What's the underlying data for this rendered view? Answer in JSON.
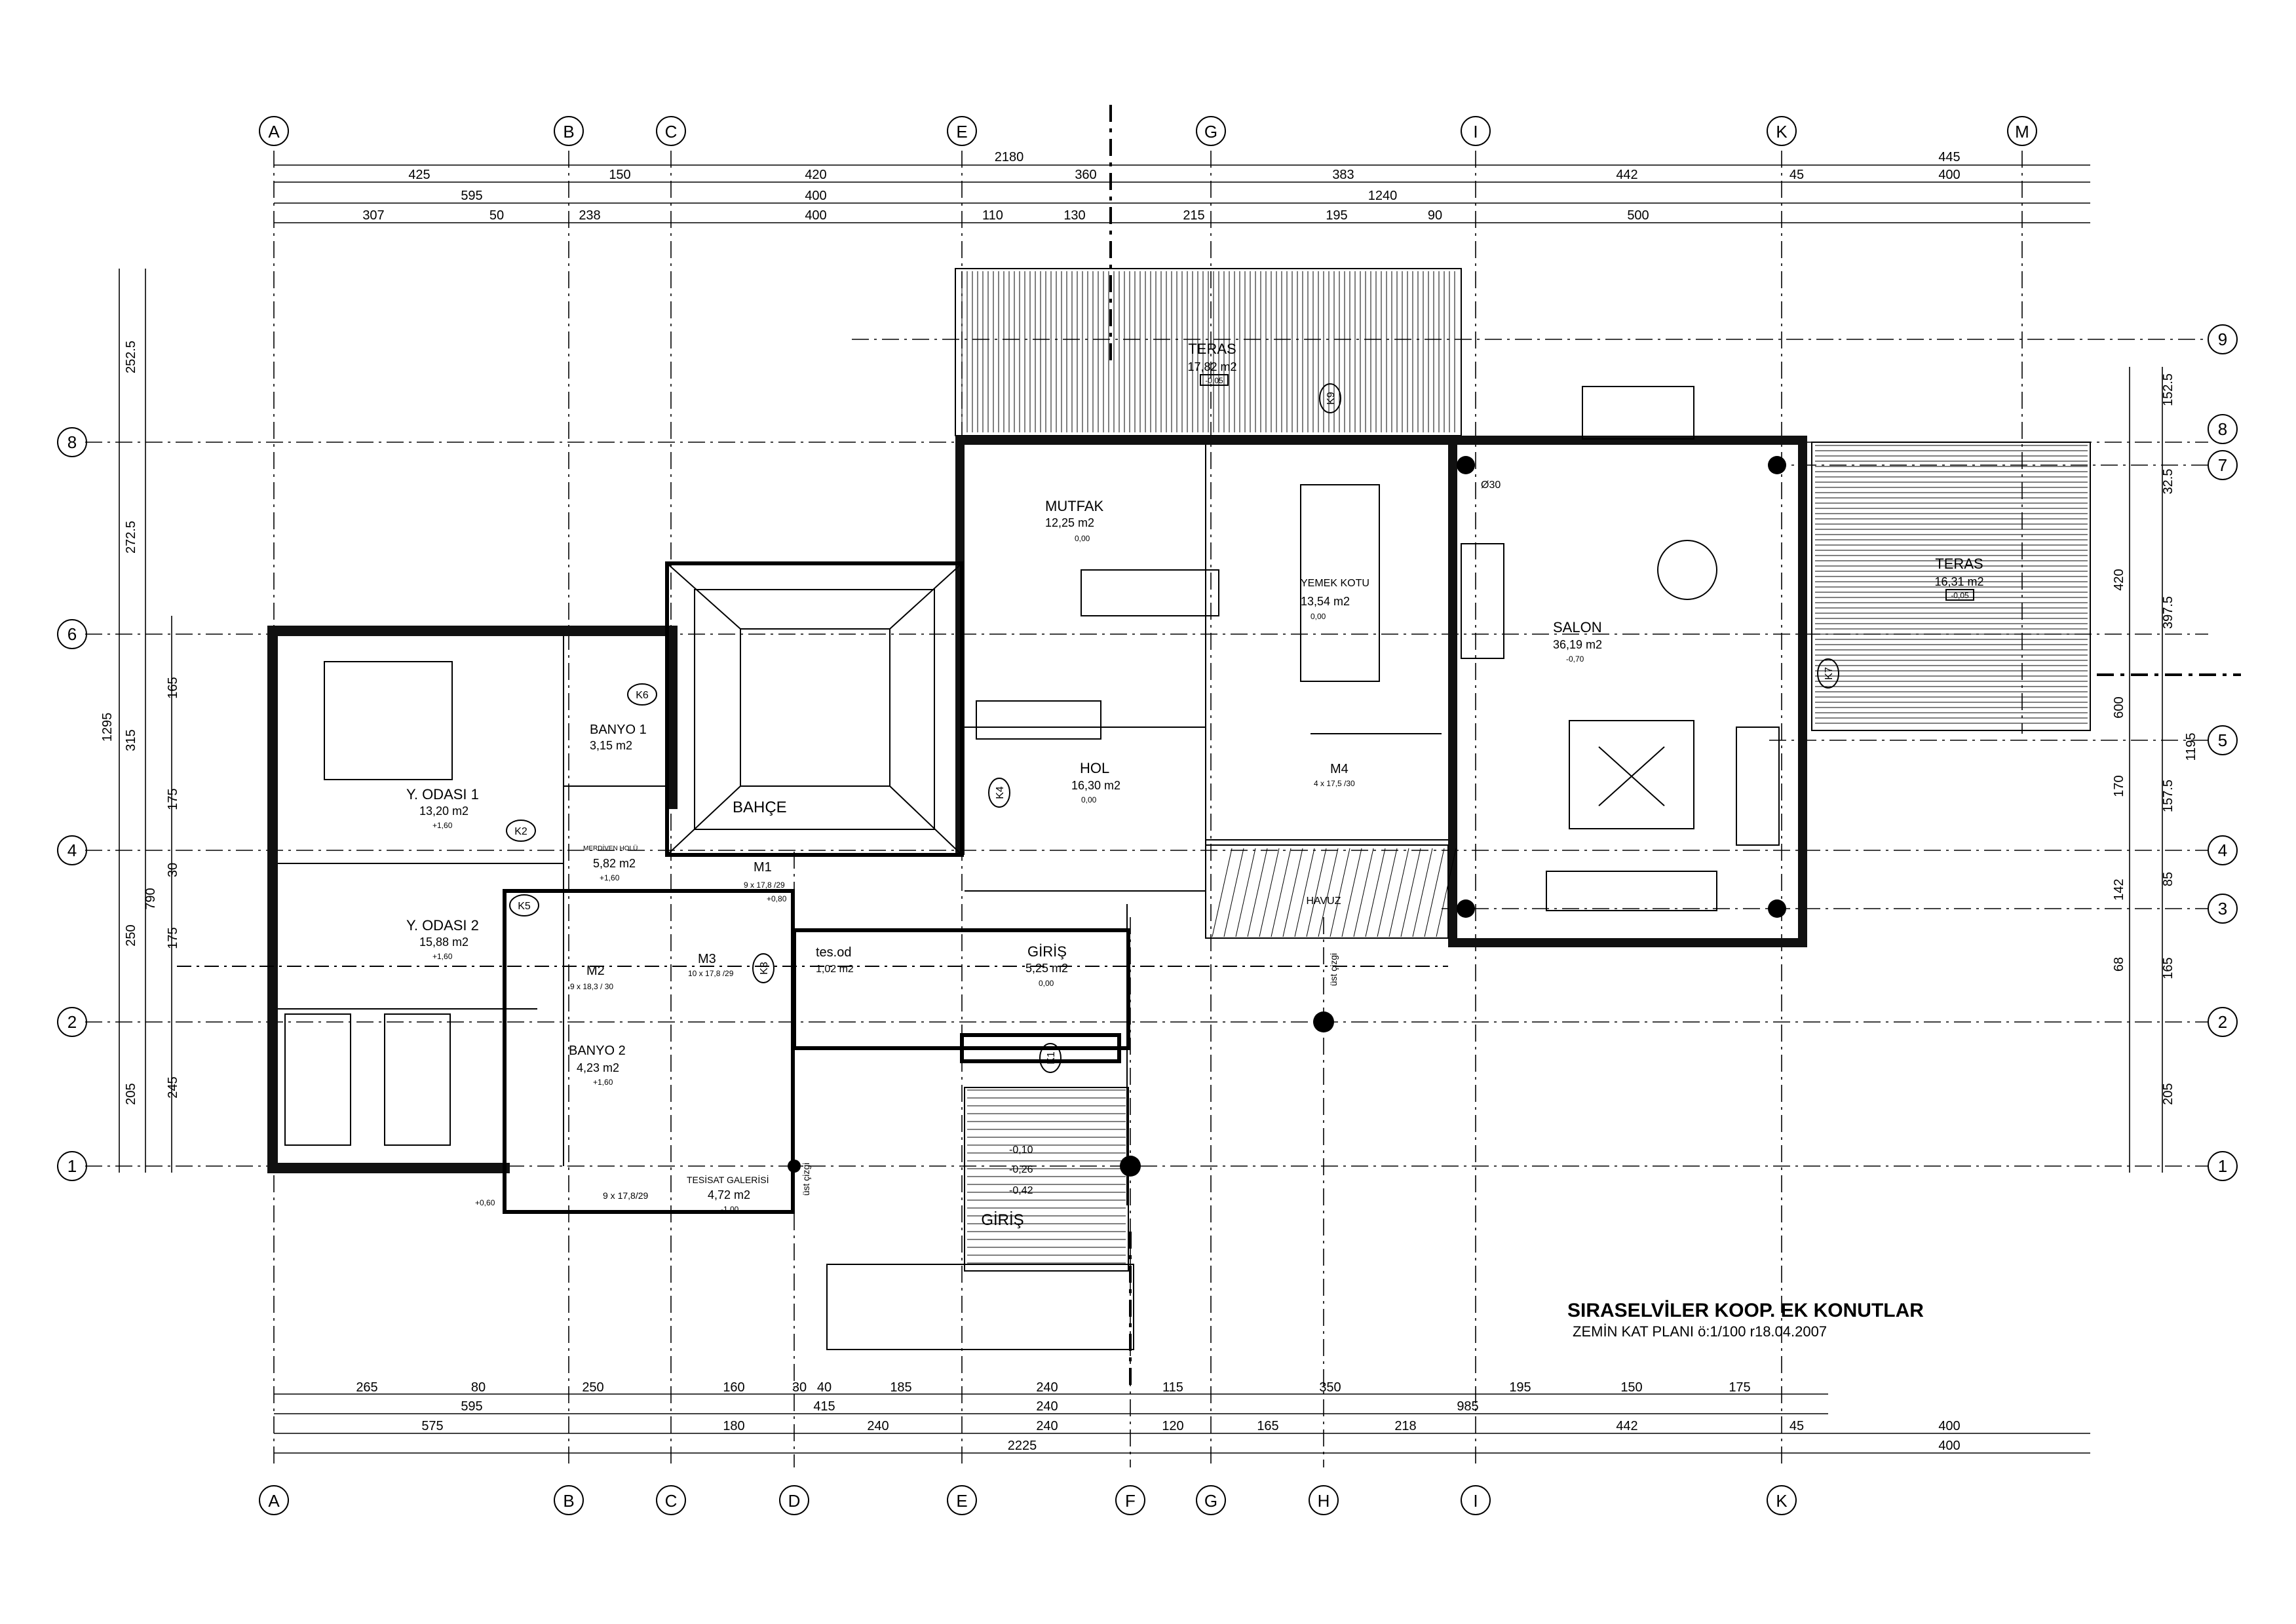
{
  "title": {
    "main": "SIRASELVİLER KOOP.  EK KONUTLAR",
    "sub": "ZEMİN KAT PLANI ö:1/100 r18.04.2007"
  },
  "axes": {
    "top_labels": [
      "A",
      "B",
      "C",
      "E",
      "G",
      "I",
      "K",
      "M"
    ],
    "bottom_labels": [
      "A",
      "B",
      "C",
      "D",
      "E",
      "F",
      "G",
      "H",
      "I",
      "K"
    ],
    "left_labels": [
      "8",
      "6",
      "4",
      "2",
      "1"
    ],
    "right_labels": [
      "9",
      "8",
      "7",
      "5",
      "4",
      "3",
      "2",
      "1"
    ]
  },
  "dimensions": {
    "top_total": "2180",
    "top_row1": [
      "425",
      "150",
      "420",
      "360",
      "383",
      "442",
      "45",
      "445",
      "400"
    ],
    "top_row2": [
      "595",
      "400",
      "1240"
    ],
    "top_row3": [
      "307",
      "50",
      "238",
      "400",
      "110",
      "130",
      "215",
      "195",
      "90",
      "500"
    ],
    "bottom_row1": [
      "265",
      "80",
      "250",
      "160",
      "30",
      "40",
      "185",
      "240",
      "115",
      "350",
      "195",
      "150",
      "175"
    ],
    "bottom_row2": [
      "595",
      "415",
      "240",
      "985"
    ],
    "bottom_row3": [
      "575",
      "180",
      "240",
      "240",
      "120",
      "165",
      "218",
      "442",
      "45",
      "400"
    ],
    "bottom_total": [
      "2225",
      "400"
    ],
    "left_outer": [
      "252.5",
      "272.5",
      "1295",
      "315",
      "790",
      "250",
      "205"
    ],
    "left_inner": [
      "165",
      "175",
      "30",
      "175",
      "245"
    ],
    "right_outer": [
      "152.5",
      "420",
      "397.5",
      "1195",
      "205"
    ],
    "right_inner": [
      "32.5",
      "600",
      "170",
      "157.5",
      "142",
      "85",
      "68",
      "165"
    ]
  },
  "rooms": [
    {
      "name": "TERAS",
      "area": "17,82 m2",
      "level": "-0,05"
    },
    {
      "name": "MUTFAK",
      "area": "12,25 m2",
      "level": "0,00"
    },
    {
      "name": "YEMEK KOTU",
      "area": "13,54 m2",
      "level": "0,00"
    },
    {
      "name": "SALON",
      "area": "36,19 m2",
      "level": "-0,70"
    },
    {
      "name": "TERAS",
      "area": "16,31 m2",
      "level": "-0,05"
    },
    {
      "name": "Y. ODASI 1",
      "area": "13,20 m2",
      "level": "+1,60"
    },
    {
      "name": "BANYO 1",
      "area": "3,15 m2",
      "level": ""
    },
    {
      "name": "BAHÇE",
      "area": "",
      "level": ""
    },
    {
      "name": "HOL",
      "area": "16,30 m2",
      "level": "0,00"
    },
    {
      "name": "MERDİVEN HOLÜ",
      "area": "5,82 m2",
      "level": "+1,60"
    },
    {
      "name": "Y. ODASI 2",
      "area": "15,88 m2",
      "level": "+1,60"
    },
    {
      "name": "M1",
      "area": "",
      "level": ""
    },
    {
      "name": "M2",
      "area": "",
      "level": ""
    },
    {
      "name": "M3",
      "area": "",
      "level": ""
    },
    {
      "name": "M4",
      "area": "",
      "level": ""
    },
    {
      "name": "tes.od",
      "area": "1,02 m2",
      "level": ""
    },
    {
      "name": "GİRİŞ",
      "area": "5,25 m2",
      "level": "0,00"
    },
    {
      "name": "HAVUZ",
      "area": "",
      "level": ""
    },
    {
      "name": "BANYO 2",
      "area": "4,23 m2",
      "level": "+1,60"
    },
    {
      "name": "TESİSAT GALERİSİ",
      "area": "4,72 m2",
      "level": "-1,00"
    },
    {
      "name": "GİRİŞ",
      "area": "",
      "level": ""
    }
  ],
  "stairs": {
    "m1": "9 x 17,8 /29",
    "m2": "9 x 18,3 / 30",
    "m3": "10 x 17,8 /29",
    "m4": "4 x 17,5 /30",
    "entry": "9 x 17,8/29"
  },
  "levels": {
    "entry_a": "-0,10",
    "entry_b": "-0,26",
    "entry_c": "-0,42",
    "stair_low": "+0,60",
    "hall": "+0,80"
  },
  "notes": {
    "ust_cizgi_1": "üst çizgi",
    "ust_cizgi_2": "üst çizgi",
    "column": "Ø30"
  },
  "windows": [
    "K1",
    "K2",
    "K3",
    "K4",
    "K5",
    "K6",
    "K7",
    "K9"
  ]
}
